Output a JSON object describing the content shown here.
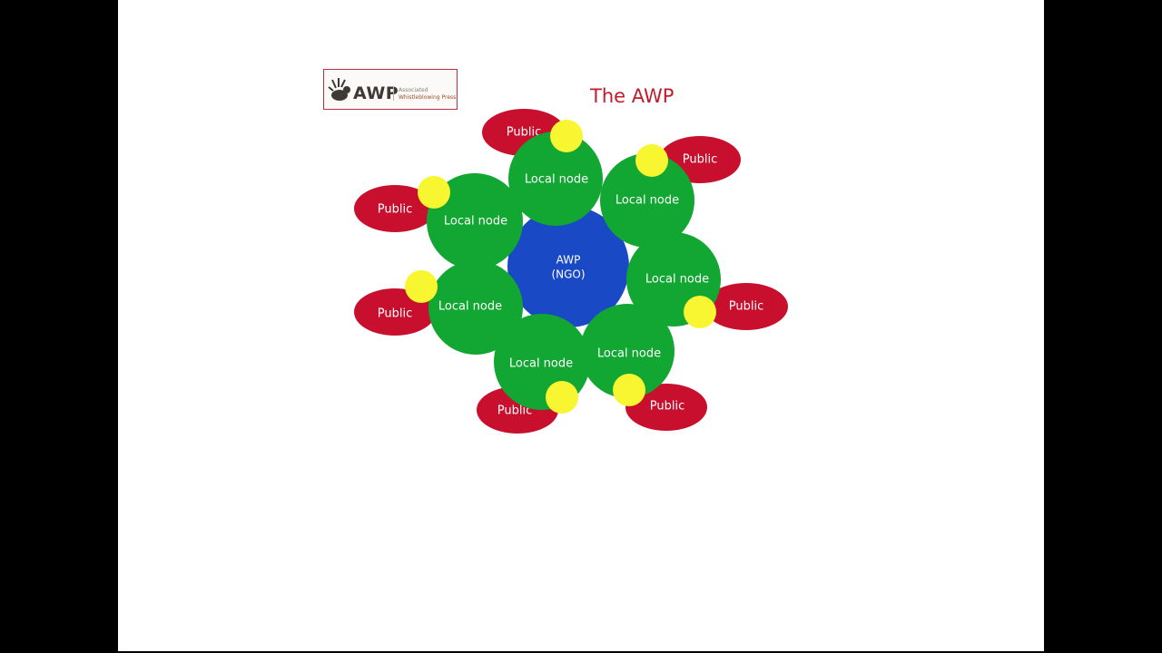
{
  "logo": {
    "wordmark": "AWP",
    "subtitle_line1": "Associated",
    "subtitle_line2": "Whistleblowing Press"
  },
  "title": "The AWP",
  "center": {
    "line1": "AWP",
    "line2": "(NGO)"
  },
  "local_node_label": "Local node",
  "public_label": "Public",
  "colors": {
    "center": "#1a49c6",
    "local_node": "#12a632",
    "public": "#c8102e",
    "connector": "#f8f531",
    "title": "#c21b2c"
  },
  "node_count": 7
}
